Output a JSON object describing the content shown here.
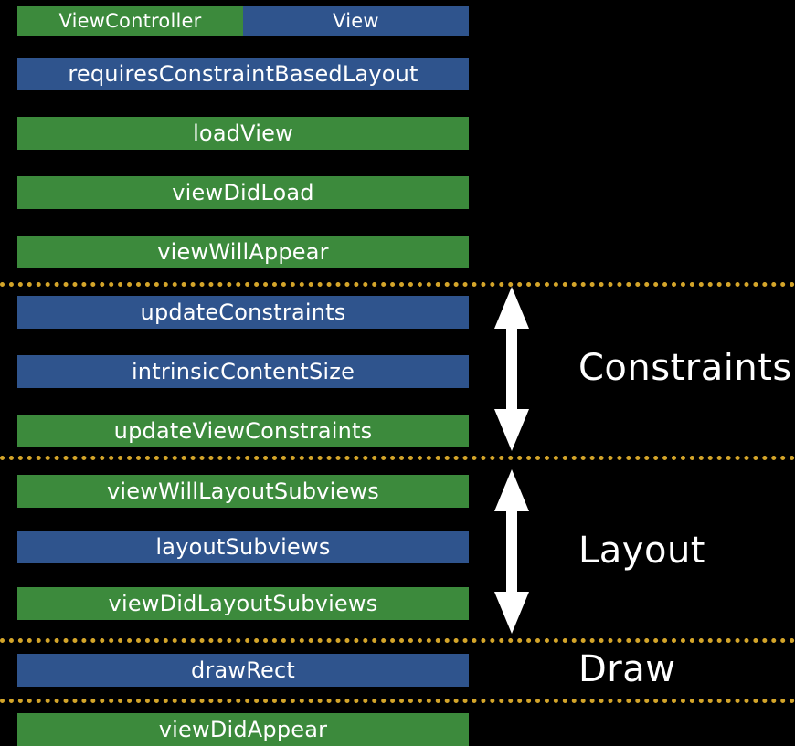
{
  "colors": {
    "view_controller": "#3c8a3c",
    "view": "#2f548d",
    "divider": "#d4a52a",
    "arrow": "#ffffff"
  },
  "legend": {
    "view_controller": "ViewController",
    "view": "View"
  },
  "methods": {
    "requires_constraint_based_layout": "requiresConstraintBasedLayout",
    "load_view": "loadView",
    "view_did_load": "viewDidLoad",
    "view_will_appear": "viewWillAppear",
    "update_constraints": "updateConstraints",
    "intrinsic_content_size": "intrinsicContentSize",
    "update_view_constraints": "updateViewConstraints",
    "view_will_layout_subviews": "viewWillLayoutSubviews",
    "layout_subviews": "layoutSubviews",
    "view_did_layout_subviews": "viewDidLayoutSubviews",
    "draw_rect": "drawRect",
    "view_did_appear": "viewDidAppear"
  },
  "phases": {
    "constraints": "Constraints",
    "layout": "Layout",
    "draw": "Draw"
  }
}
